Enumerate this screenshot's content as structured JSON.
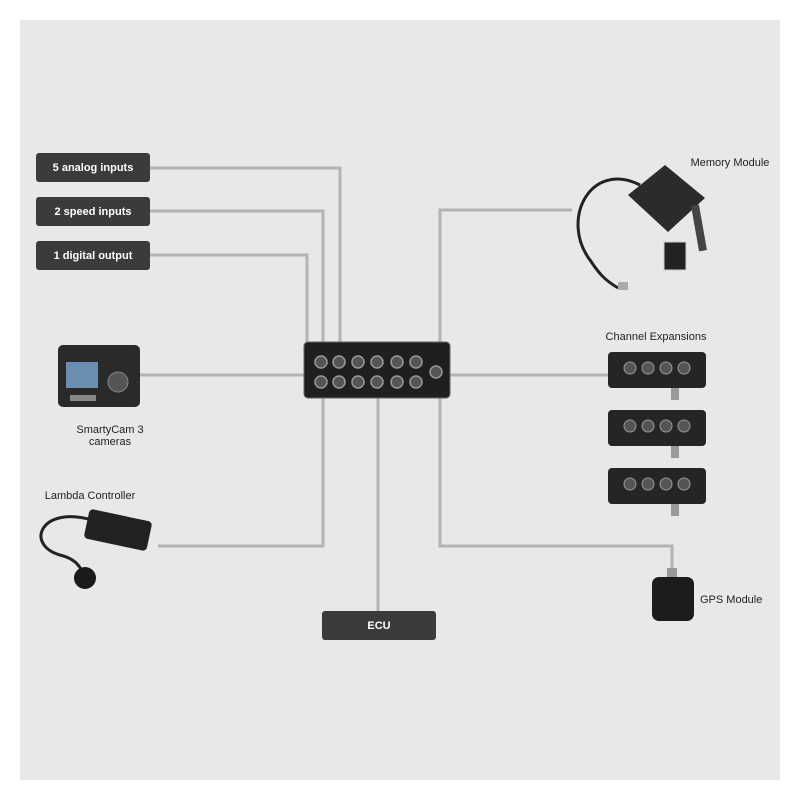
{
  "inputs": [
    {
      "label": "5 analog inputs"
    },
    {
      "label": "2 speed inputs"
    },
    {
      "label": "1 digital output"
    }
  ],
  "devices": {
    "smartycam": "SmartyCam 3 cameras",
    "lambda": "Lambda Controller",
    "memory": "Memory Module",
    "channel": "Channel Expansions",
    "gps": "GPS Module",
    "ecu": "ECU"
  },
  "colors": {
    "background": "#e8e8e8",
    "line": "#b3b3b3",
    "label_box": "#3b3b3b"
  }
}
